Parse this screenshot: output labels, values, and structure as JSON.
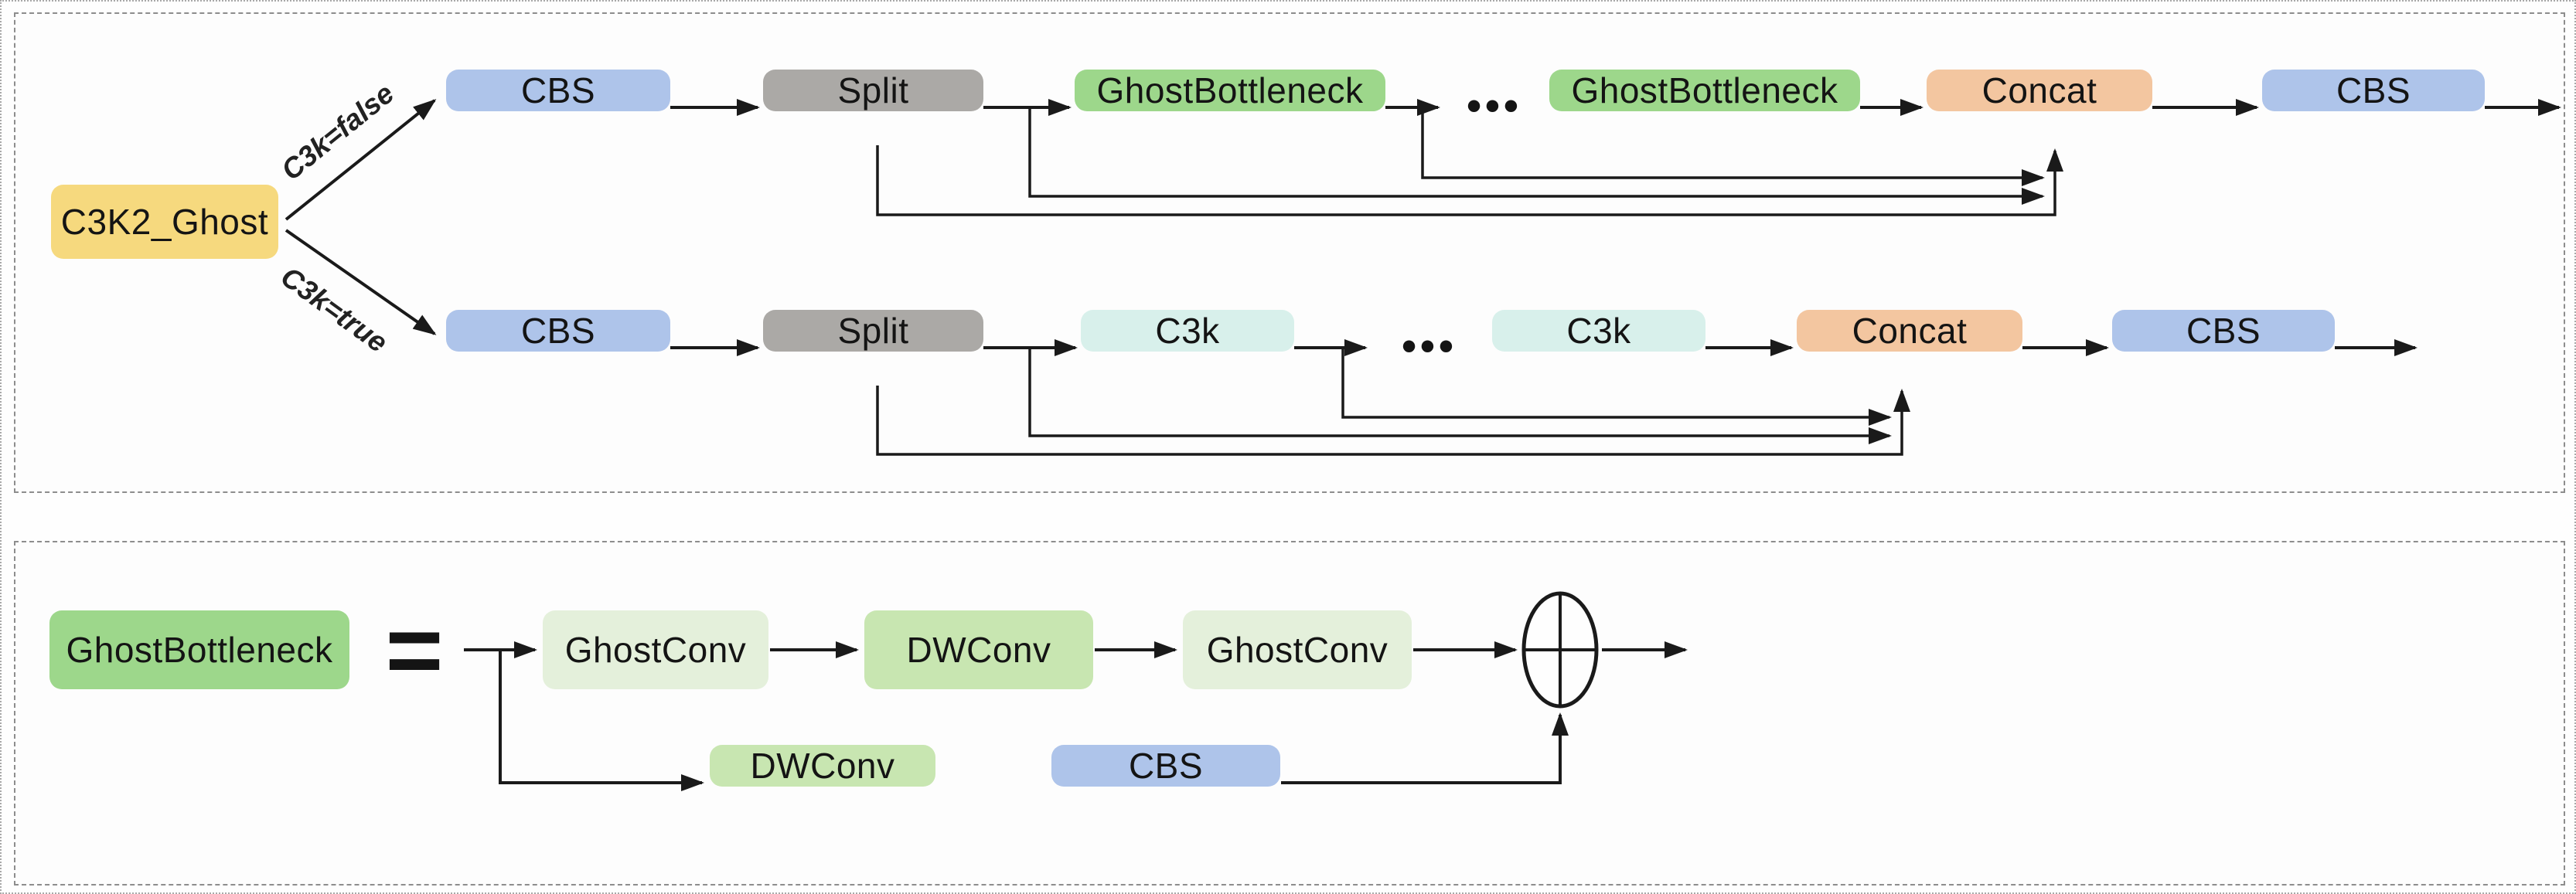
{
  "figure": {
    "top_panel": {
      "root": "C3K2_Ghost",
      "false_branch_label": "C3k=false",
      "true_branch_label": "C3k=true",
      "false_branch": {
        "cbs_in": "CBS",
        "split": "Split",
        "block1": "GhostBottleneck",
        "dots": "•••",
        "block2": "GhostBottleneck",
        "concat": "Concat",
        "cbs_out": "CBS"
      },
      "true_branch": {
        "cbs_in": "CBS",
        "split": "Split",
        "block1": "C3k",
        "dots": "•••",
        "block2": "C3k",
        "concat": "Concat",
        "cbs_out": "CBS"
      }
    },
    "bottom_panel": {
      "definition_lhs": "GhostBottleneck",
      "equals_sign": "=",
      "upper_path": {
        "ghostconv1": "GhostConv",
        "dwconv": "DWConv",
        "ghostconv2": "GhostConv"
      },
      "lower_path": {
        "dwconv": "DWConv",
        "cbs": "CBS"
      },
      "sum_icon": "circle-plus"
    },
    "colors": {
      "root_yellow": "#F6D97E",
      "cbs_blue": "#AEC4EA",
      "split_gray": "#ABA9A6",
      "ghost_green": "#9DD78B",
      "c3k_cyan": "#D8F0EB",
      "concat_peach": "#F3C6A0",
      "ghostconv_light_green": "#E4F0DB",
      "dwconv_green": "#C8E6B1",
      "line_black": "#1a1a1a"
    }
  }
}
